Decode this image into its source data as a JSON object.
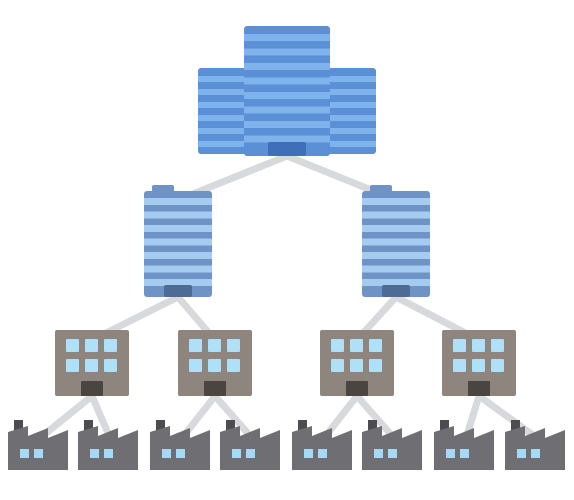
{
  "colors": {
    "hq_main": "#5b8fd6",
    "hq_stripe": "#7eb3ec",
    "hq_band": "#3f6fb8",
    "branch_main": "#6f93c4",
    "branch_stripe": "#a5cbf0",
    "branch_base": "#4e6b96",
    "office_body": "#8f857f",
    "office_window": "#aee0f7",
    "office_door": "#4b4541",
    "factory_body": "#6f6f73",
    "factory_dark": "#4d4d51",
    "factory_window": "#a6d9f5",
    "connector": "#d7d9dd"
  },
  "hierarchy": {
    "headquarters": {
      "icon": "headquarters-building-icon",
      "count": 1
    },
    "branches": {
      "icon": "branch-office-tower-icon",
      "count": 2
    },
    "offices": {
      "icon": "office-building-icon",
      "count": 4
    },
    "factories": {
      "icon": "factory-icon",
      "count": 8
    }
  }
}
